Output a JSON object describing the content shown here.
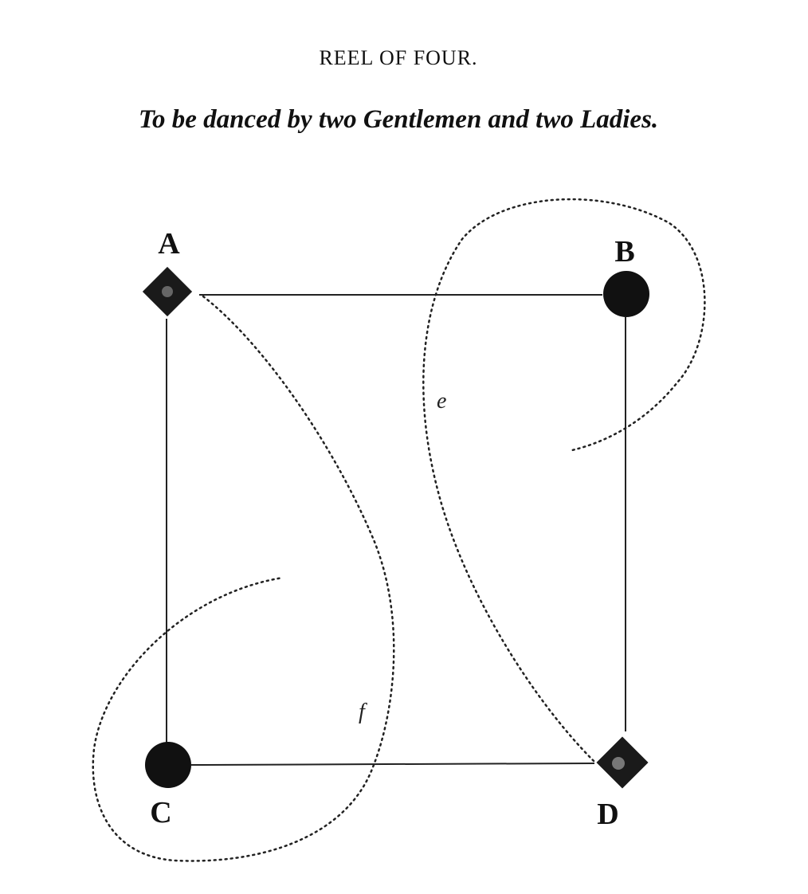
{
  "title": "REEL OF FOUR.",
  "subtitle": "To be danced by two Gentlemen and two Ladies.",
  "positions": {
    "a": {
      "label": "A",
      "marker": "diamond"
    },
    "b": {
      "label": "B",
      "marker": "circle"
    },
    "c": {
      "label": "C",
      "marker": "circle"
    },
    "d": {
      "label": "D",
      "marker": "diamond"
    }
  },
  "path_labels": {
    "e": "e",
    "f": "f"
  },
  "colors": {
    "ink": "#111111",
    "paper": "#ffffff"
  }
}
